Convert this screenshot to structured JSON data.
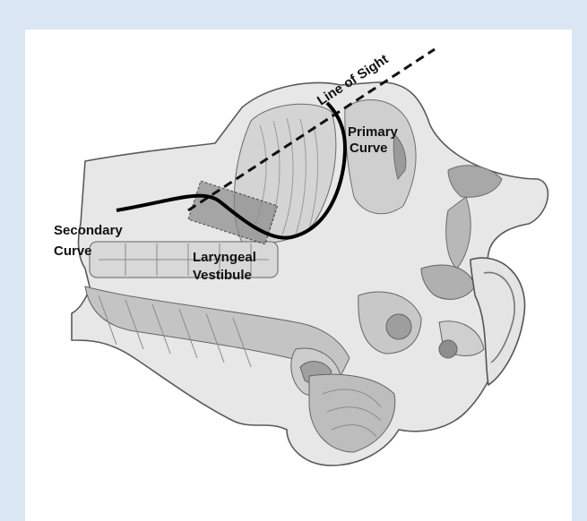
{
  "diagram": {
    "labels": {
      "line_of_sight": "Line of Sight",
      "primary": [
        "Primary",
        "Curve"
      ],
      "secondary": [
        "Secondary",
        "Curve"
      ],
      "laryngeal": [
        "Laryngeal",
        "Vestibule"
      ]
    },
    "colors": {
      "background": "#dbe6f4",
      "panel": "#ffffff",
      "ink": "#111111",
      "tissue": "#9a9a9a",
      "tissue_light": "#c9c9c9"
    }
  }
}
